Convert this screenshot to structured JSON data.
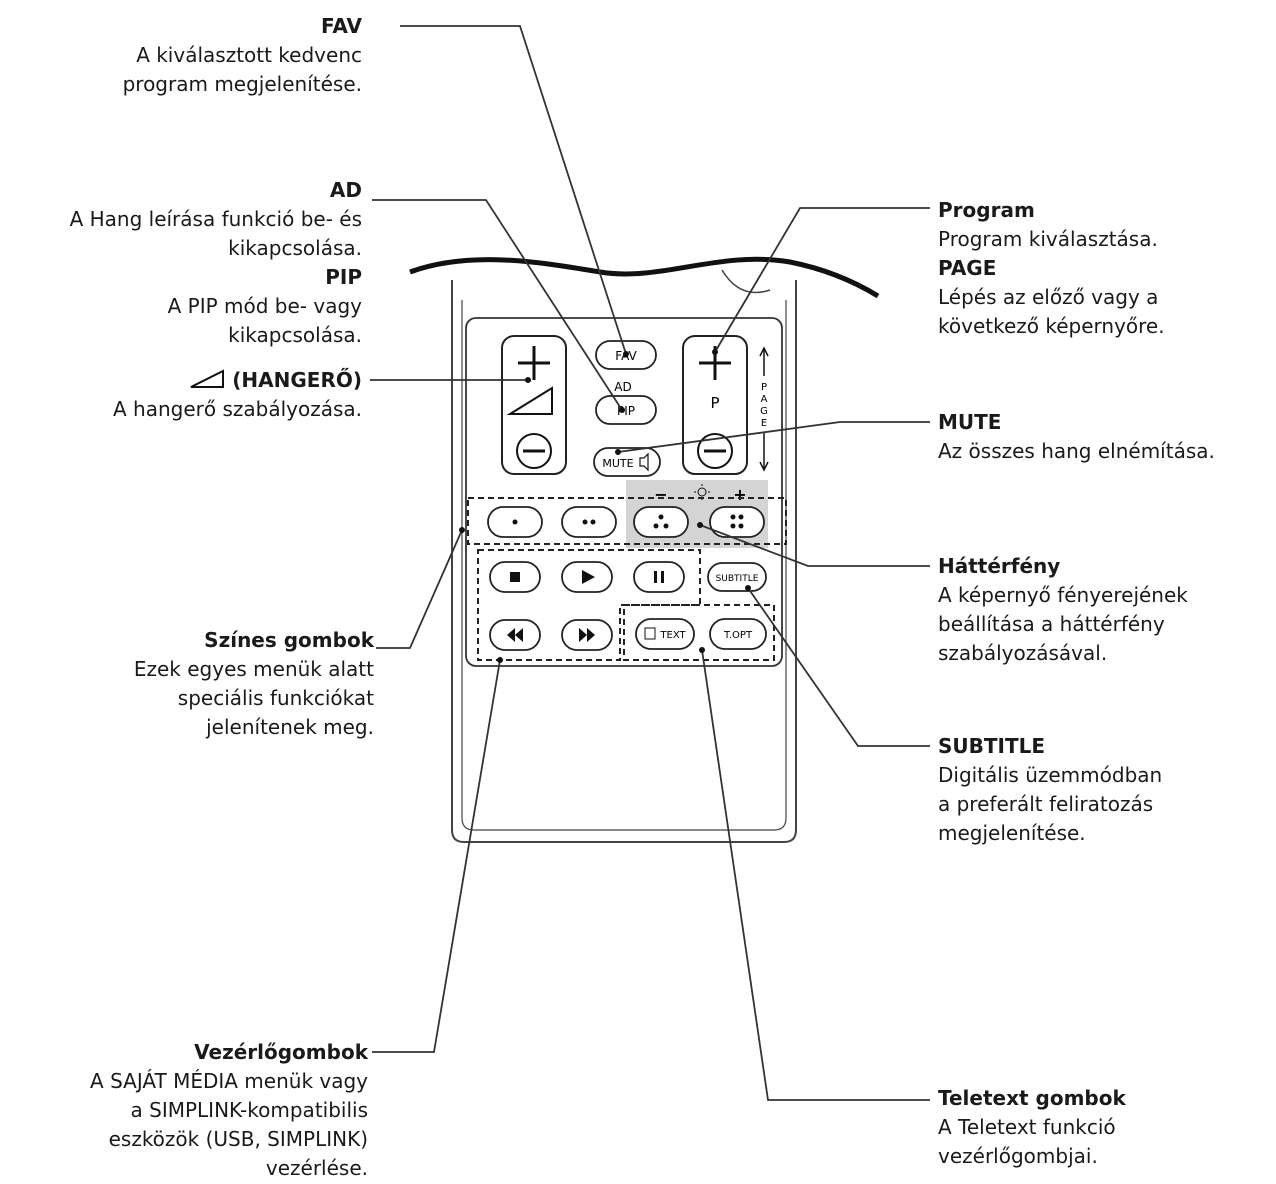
{
  "callouts": {
    "fav": {
      "title": "FAV",
      "desc": [
        "A kiválasztott kedvenc",
        "program megjelenítése."
      ]
    },
    "ad": {
      "title": "AD",
      "desc": [
        "A Hang leírása funkció be- és",
        "kikapcsolása."
      ]
    },
    "pip": {
      "title": "PIP",
      "desc": [
        "A PIP mód be- vagy",
        "kikapcsolása."
      ]
    },
    "hangero": {
      "title": "(HANGERŐ)",
      "desc": [
        "A hangerő szabályozása."
      ]
    },
    "szines": {
      "title": "Színes gombok",
      "desc": [
        "Ezek egyes menük alatt",
        "speciális funkciókat",
        "jelenítenek meg."
      ]
    },
    "vezerlo": {
      "title": "Vezérlőgombok",
      "desc": [
        "A SAJÁT MÉDIA menük vagy",
        "a SIMPLINK-kompatibilis",
        "eszközök (USB, SIMPLINK)",
        "vezérlése."
      ]
    },
    "program": {
      "title": "Program",
      "desc": [
        "Program kiválasztása."
      ]
    },
    "page": {
      "title": "PAGE",
      "desc": [
        "Lépés az előző vagy a",
        "következő képernyőre."
      ]
    },
    "mute": {
      "title": "MUTE",
      "desc": [
        "Az összes hang elnémítása."
      ]
    },
    "hatterfeny": {
      "title": "Háttérfény",
      "desc": [
        "A képernyő fényerejének",
        "beállítása a háttérfény",
        "szabályozásával."
      ]
    },
    "subtitle": {
      "title": "SUBTITLE",
      "desc": [
        "Digitális üzemmódban",
        "a preferált feliratozás",
        "megjelenítése."
      ]
    },
    "teletext": {
      "title": "Teletext gombok",
      "desc": [
        "A Teletext funkció",
        "vezérlőgombjai."
      ]
    }
  },
  "remote": {
    "fav_label": "FAV",
    "ad_label": "AD",
    "pip_label": "PIP",
    "mute_label": "MUTE",
    "p_label": "P",
    "page_letters": [
      "P",
      "A",
      "G",
      "E"
    ],
    "subtitle_label": "SUBTITLE",
    "text_label": "TEXT",
    "topt_label": "T.OPT",
    "backlight_minus": "−",
    "backlight_plus": "+"
  },
  "colors": {
    "ink": "#1a1a1a",
    "highlight": "#d4d4d4",
    "outline": "#333333"
  }
}
